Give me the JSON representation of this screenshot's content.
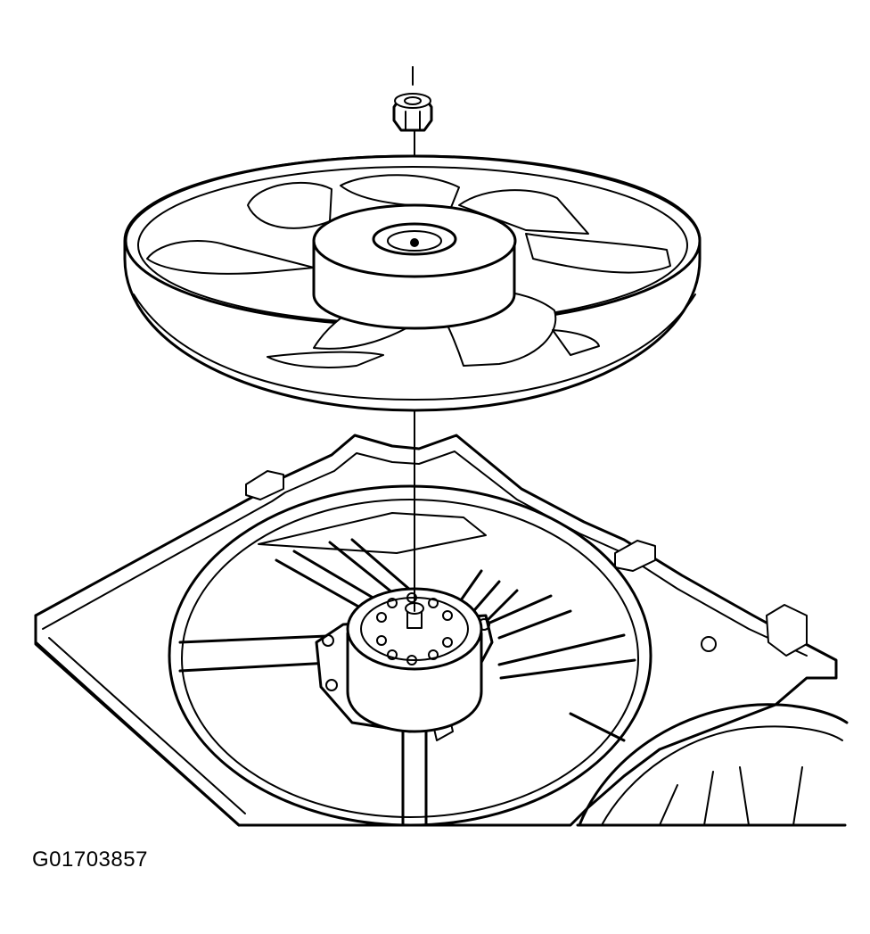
{
  "diagram": {
    "figure_code": "G01703857",
    "parts": {
      "callout_number": "",
      "nut": "hex-nut",
      "fan_blade": "fan-blade-assembly",
      "shroud": "fan-shroud",
      "motor": "fan-motor",
      "second_shroud": "second-fan-shroud-partial"
    }
  }
}
